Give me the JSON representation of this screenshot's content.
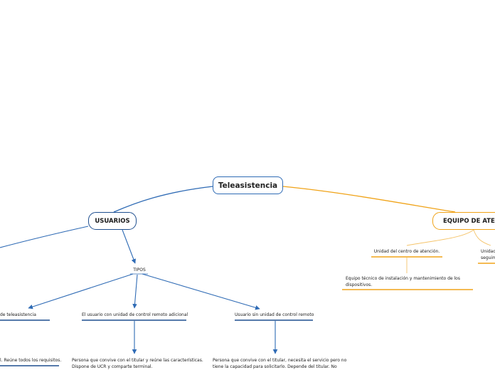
{
  "map": {
    "root": {
      "title": "Teleasistencia"
    },
    "usuarios": {
      "title": "USUARIOS",
      "tipos": "TIPOS",
      "types": [
        {
          "title": "de teleasistencia",
          "description": "l. Reúne todos los requisitos."
        },
        {
          "title": "El usuario con unidad de control remoto adicional",
          "description_line1": "Persona que convive con el titular y reúne las características.",
          "description_line2": "Dispone de UCR y comparte terminal."
        },
        {
          "title": "Usuario sin unidad de control remoto",
          "description_line1": "Persona que convive con el titular, necesita el servicio pero no",
          "description_line2": "tiene la capacidad para solicitarlo. Depende del titular. No"
        }
      ]
    },
    "equipo": {
      "title": "EQUIPO DE ATENCI",
      "units": [
        {
          "title": "Unidad del centro de atención.",
          "description_line1": "Equipo técnico de instalación y mantenimiento de los",
          "description_line2": "dispositivos."
        },
        {
          "title_line1": "Unidad",
          "title_line2": "seguim"
        }
      ]
    }
  },
  "colors": {
    "blue_branch": "#2f6bb5",
    "orange_branch": "#f0a318",
    "dark_blue_underline": "#1f4f8f"
  }
}
